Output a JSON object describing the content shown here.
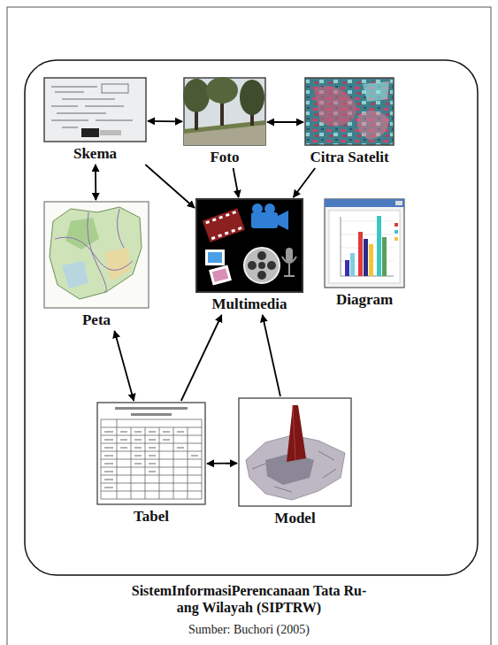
{
  "diagram": {
    "caption": "SistemInformasiPerencanaan Tata Ru- ang Wilayah (SIPTRW)",
    "nodes": [
      {
        "text": [
          "Skema"
        ]
      },
      {
        "text": [
          "Foto"
        ]
      },
      {
        "text": [
          "Citra Satelit"
        ]
      },
      {
        "text": [
          "Peta"
        ]
      },
      {
        "text": [
          "Multimedia"
        ]
      },
      {
        "text": [
          "Diagram"
        ]
      },
      {
        "text": [
          "Tabel"
        ]
      },
      {
        "text": [
          "Model"
        ]
      }
    ],
    "edges": [
      {
        "from": 0,
        "to": 1,
        "arrow": "both"
      },
      {
        "from": 1,
        "to": 2,
        "arrow": "both"
      },
      {
        "from": 0,
        "to": 4,
        "arrow": "to"
      },
      {
        "from": 1,
        "to": 4,
        "arrow": "to"
      },
      {
        "from": 2,
        "to": 4,
        "arrow": "to"
      },
      {
        "from": 0,
        "to": 3,
        "arrow": "both"
      },
      {
        "from": 3,
        "to": 6,
        "arrow": "both"
      },
      {
        "from": 6,
        "to": 4,
        "arrow": "to"
      },
      {
        "from": 6,
        "to": 7,
        "arrow": "both"
      },
      {
        "from": 7,
        "to": 4,
        "arrow": "to"
      }
    ],
    "labels": [
      "Sumber: Buchori (2005)"
    ]
  }
}
